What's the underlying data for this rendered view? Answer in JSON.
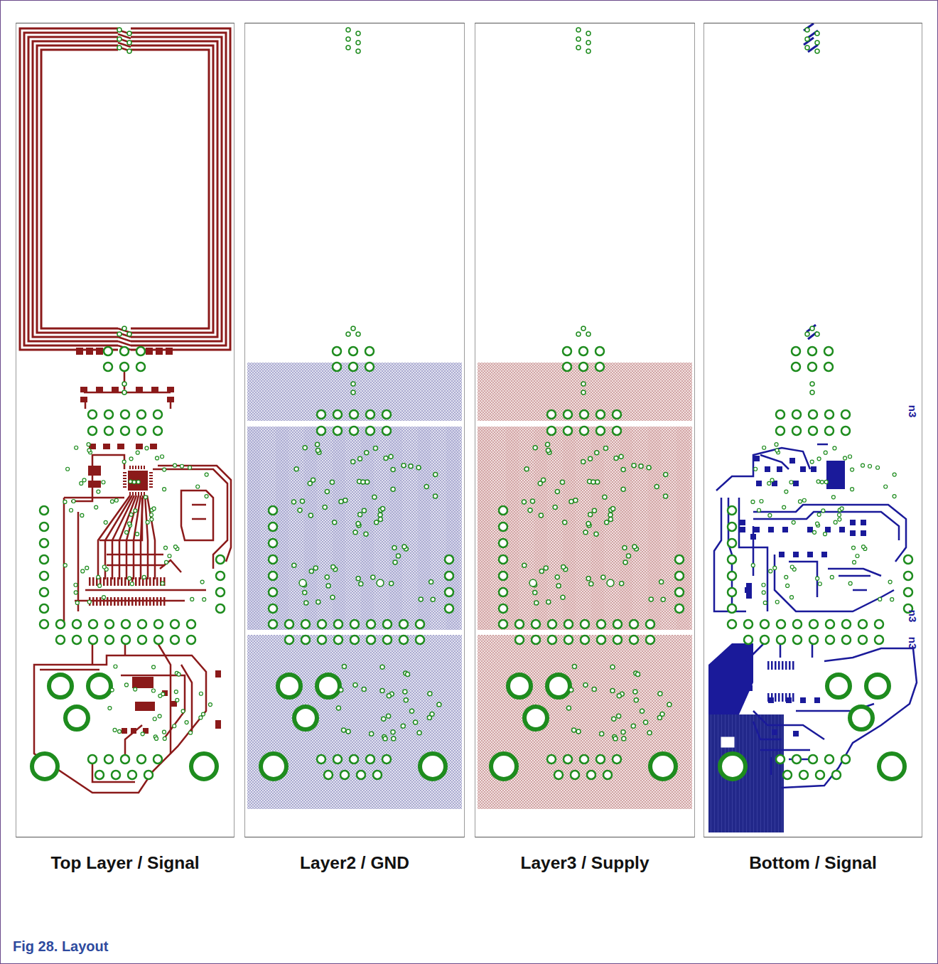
{
  "diagram": {
    "caption": "Fig 28. Layout",
    "nodes": [
      {
        "text": [
          "Top Layer / Signal"
        ]
      },
      {
        "text": [
          "Layer2 / GND"
        ]
      },
      {
        "text": [
          "Layer3 / Supply"
        ]
      },
      {
        "text": [
          "Bottom / Signal"
        ]
      }
    ],
    "labels": [
      "n3",
      "n3",
      "n3"
    ]
  }
}
